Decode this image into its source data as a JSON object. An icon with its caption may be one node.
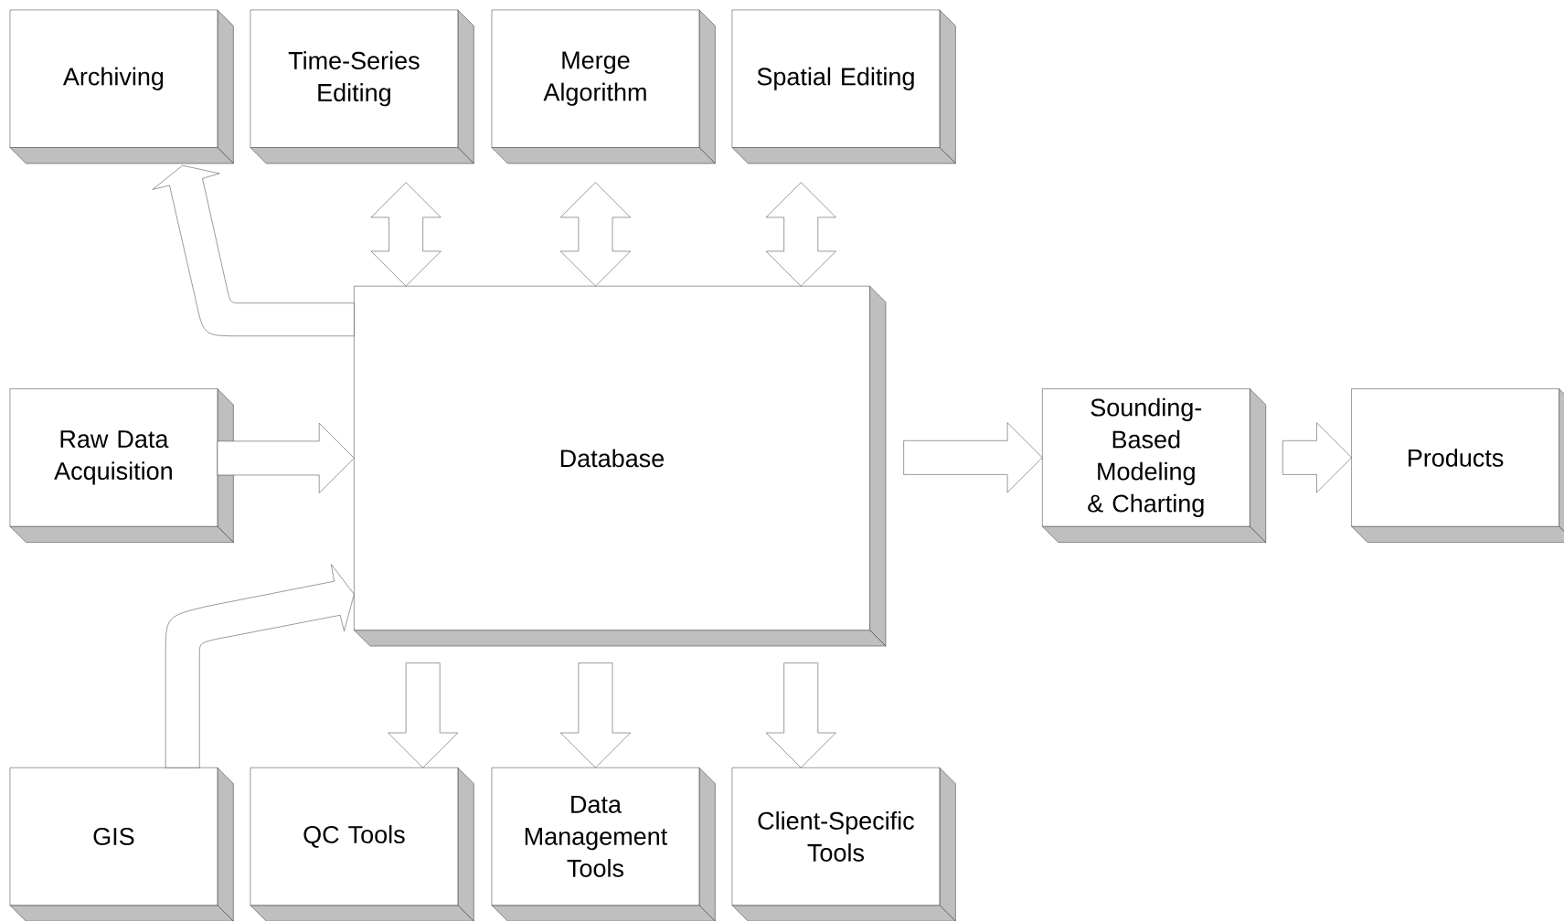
{
  "diagram": {
    "nodes": [
      {
        "text": [
          "Archiving"
        ]
      },
      {
        "text": [
          "Time-Series Editing"
        ]
      },
      {
        "text": [
          "Merge Algorithm"
        ]
      },
      {
        "text": [
          "Spatial Editing"
        ]
      },
      {
        "text": [
          "Raw Data Acquisition"
        ]
      },
      {
        "text": [
          "Database"
        ]
      },
      {
        "text": [
          "Sounding-Based Modeling & Charting"
        ]
      },
      {
        "text": [
          "Products"
        ]
      },
      {
        "text": [
          "GIS"
        ]
      },
      {
        "text": [
          "QC Tools"
        ]
      },
      {
        "text": [
          "Data Management Tools"
        ]
      },
      {
        "text": [
          "Client-Specific Tools"
        ]
      }
    ],
    "edges": [
      {
        "from": 5,
        "to": 0,
        "arrow": "to"
      },
      {
        "from": 5,
        "to": 1,
        "arrow": "both"
      },
      {
        "from": 5,
        "to": 2,
        "arrow": "both"
      },
      {
        "from": 5,
        "to": 3,
        "arrow": "both"
      },
      {
        "from": 4,
        "to": 5,
        "arrow": "to"
      },
      {
        "from": 8,
        "to": 5,
        "arrow": "to"
      },
      {
        "from": 5,
        "to": 9,
        "arrow": "to"
      },
      {
        "from": 5,
        "to": 10,
        "arrow": "to"
      },
      {
        "from": 5,
        "to": 11,
        "arrow": "to"
      },
      {
        "from": 5,
        "to": 6,
        "arrow": "to"
      },
      {
        "from": 6,
        "to": 7,
        "arrow": "to"
      }
    ]
  }
}
